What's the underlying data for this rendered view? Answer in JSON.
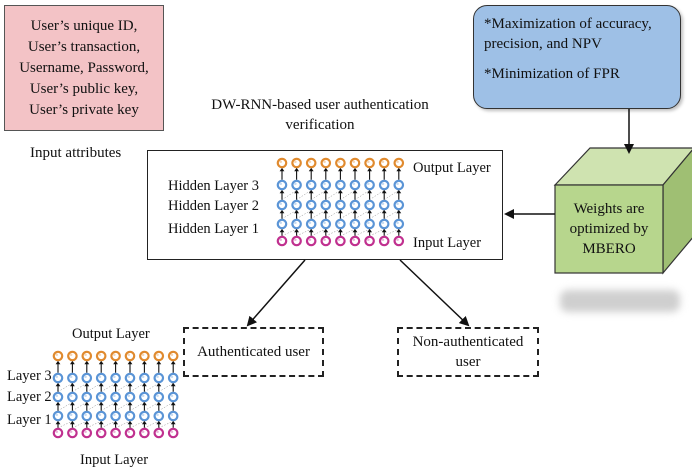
{
  "input_attributes": {
    "items": [
      "User’s unique ID,",
      "User’s transaction,",
      "Username, Password,",
      "User’s public key,",
      "User’s private key"
    ],
    "caption": "Input attributes"
  },
  "model_title": {
    "line1": "DW-RNN-based user authentication",
    "line2": "verification"
  },
  "objectives": {
    "line1": "*Maximization of accuracy,",
    "line2": "precision, and NPV",
    "line3": "*Minimization of FPR"
  },
  "main_network": {
    "output_label": "Output Layer",
    "hidden3_label": "Hidden Layer 3",
    "hidden2_label": "Hidden Layer 2",
    "hidden1_label": "Hidden Layer 1",
    "input_label": "Input Layer"
  },
  "optimizer": {
    "line1": "Weights are",
    "line2": "optimized by",
    "line3": "MBERO"
  },
  "outcomes": {
    "authenticated": "Authenticated user",
    "non_authenticated_line1": "Non-authenticated",
    "non_authenticated_line2": "user"
  },
  "small_network": {
    "output_label": "Output Layer",
    "layer3_label": "Layer 3",
    "layer2_label": "Layer 2",
    "layer1_label": "Layer 1",
    "input_label": "Input Layer"
  },
  "colors": {
    "pink_box": "#f3c3c6",
    "blue_box": "#9ec0e6",
    "cube": "#b7d68d",
    "output_node": "#e08a2e",
    "hidden_node": "#5a94d6",
    "input_node": "#c0308f"
  }
}
